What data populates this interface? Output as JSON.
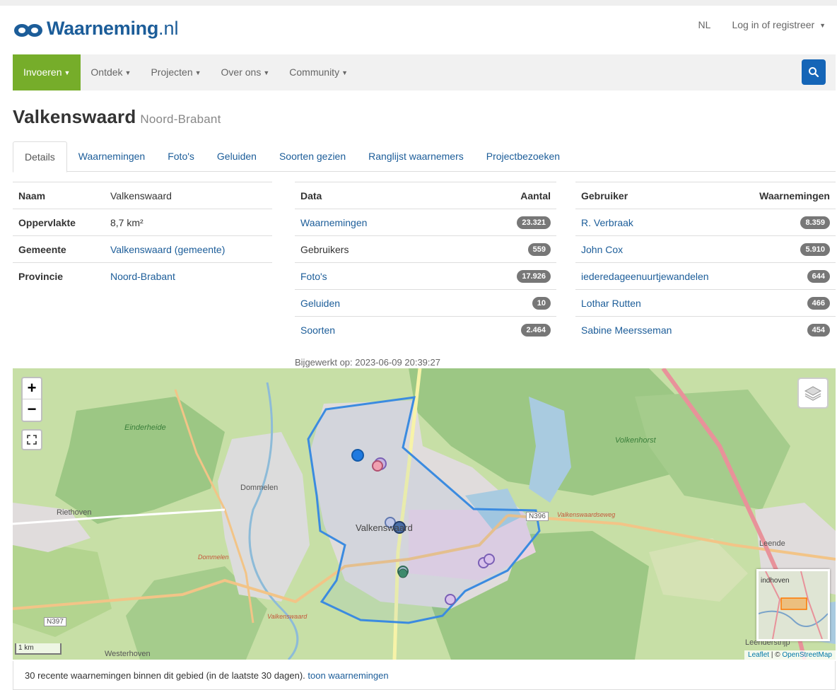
{
  "header": {
    "logo_text": "Waarneming",
    "logo_tld": ".nl",
    "lang": "NL",
    "login": "Log in of registreer"
  },
  "nav": {
    "items": [
      "Invoeren",
      "Ontdek",
      "Projecten",
      "Over ons",
      "Community"
    ]
  },
  "page": {
    "title": "Valkenswaard",
    "subtitle": "Noord-Brabant"
  },
  "tabs": [
    "Details",
    "Waarnemingen",
    "Foto's",
    "Geluiden",
    "Soorten gezien",
    "Ranglijst waarnemers",
    "Projectbezoeken"
  ],
  "info": {
    "rows": [
      {
        "key": "Naam",
        "value": "Valkenswaard"
      },
      {
        "key": "Oppervlakte",
        "value": "8,7 km²"
      },
      {
        "key": "Gemeente",
        "value": "Valkenswaard (gemeente)"
      },
      {
        "key": "Provincie",
        "value": "Noord-Brabant"
      }
    ]
  },
  "data_table": {
    "col_label": "Data",
    "col_count": "Aantal",
    "rows": [
      {
        "label": "Waarnemingen",
        "count": "23.321"
      },
      {
        "label": "Gebruikers",
        "count": "559"
      },
      {
        "label": "Foto's",
        "count": "17.926"
      },
      {
        "label": "Geluiden",
        "count": "10"
      },
      {
        "label": "Soorten",
        "count": "2.464"
      }
    ]
  },
  "user_table": {
    "col_label": "Gebruiker",
    "col_count": "Waarnemingen",
    "rows": [
      {
        "label": "R. Verbraak",
        "count": "8.359"
      },
      {
        "label": "John Cox",
        "count": "5.910"
      },
      {
        "label": "iederedageenuurtjewandelen",
        "count": "644"
      },
      {
        "label": "Lothar Rutten",
        "count": "466"
      },
      {
        "label": "Sabine Meersseman",
        "count": "454"
      }
    ]
  },
  "updated": "Bijgewerkt op: 2023-06-09 20:39:27",
  "map": {
    "zoom_in": "+",
    "zoom_out": "−",
    "scale": "1 km",
    "attribution_leaflet": "Leaflet",
    "attribution_sep": " | © ",
    "attribution_osm": "OpenStreetMap",
    "labels": {
      "einderheide": "Einderheide",
      "dommelen": "Dommelen",
      "riethoven": "Riethoven",
      "valkenswaard": "Valkenswaard",
      "volkenhorst": "Volkenhorst",
      "leende": "Leende",
      "westerhoven": "Westerhoven",
      "leenderstrijp": "Leenderstrijp",
      "n397": "N397",
      "n396": "N396",
      "dommelen_road": "Dommelen",
      "valkenswaard_road": "Valkenswaard",
      "valkenswaardseweg": "Valkenswaardseweg",
      "minimap_label": "indhoven"
    }
  },
  "footer": {
    "text": "30 recente waarnemingen binnen dit gebied (in de laatste 30 dagen).",
    "link": "toon waarnemingen"
  }
}
